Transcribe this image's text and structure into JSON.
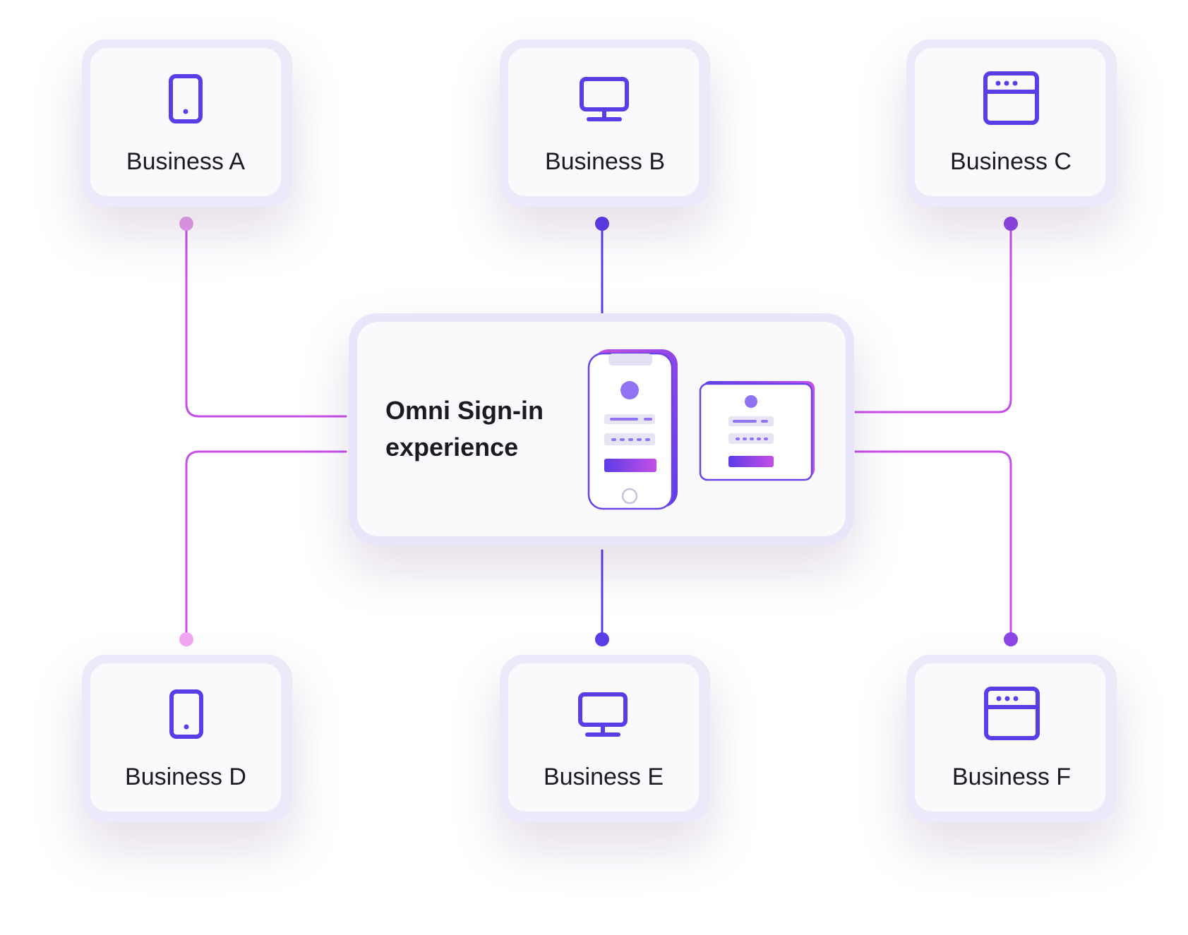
{
  "hub": {
    "title_line1": "Omni Sign-in",
    "title_line2": "experience"
  },
  "businesses": [
    {
      "label": "Business A",
      "icon": "mobile-icon"
    },
    {
      "label": "Business B",
      "icon": "desktop-icon"
    },
    {
      "label": "Business C",
      "icon": "browser-window-icon"
    },
    {
      "label": "Business D",
      "icon": "mobile-icon"
    },
    {
      "label": "Business E",
      "icon": "desktop-icon"
    },
    {
      "label": "Business F",
      "icon": "browser-window-icon"
    }
  ],
  "colors": {
    "accent": "#5b3de8",
    "magenta": "#c64ee6",
    "pink": "#f0a6f0",
    "node_b": "#5b3de8",
    "node_c": "#8c46e6",
    "text": "#1b1a22"
  }
}
